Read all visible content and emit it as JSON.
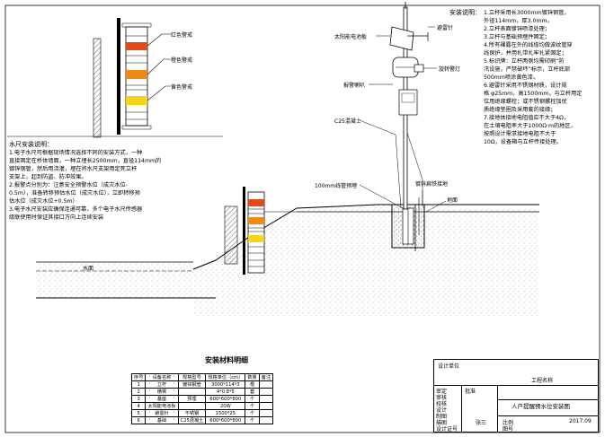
{
  "gauge_labels": {
    "red": "红色警戒",
    "orange": "橙色警戒",
    "yellow": "黄色警戒"
  },
  "staff_notes": {
    "title": "水尺安装说明：",
    "lines": [
      "1.电子水尺可根据现场情况选择不同的安装方式，一种",
      "直接固定在桥体墙面，一种立埋长2500mm，直径114mm的",
      "镀锌钢管，然后用浇灌，埋在将水尺支架用定死立杆",
      "支架上，起到防盗、防冲效果。",
      "2.报警点分别为：注意安全预警水位（成灾水位-",
      "0.5m），准备转移预估水位（成灾水位），立即转移预",
      "估水位（成灾水位+0.5m）",
      "3.电子水尺安装应确保连通可靠，多个电子水尺传感器",
      "级联使用时保证其接口方向上连续安装"
    ]
  },
  "install_notes": {
    "title": "安装说明：",
    "lines": [
      "1.立杆采用长3000mm镀锌钢管，",
      "外径114mm，厚3.0mm。",
      "2.立杆表面镀锌喷漆处理；",
      "3.立杆与基础预埋件固定；",
      "4.所有裸露在外的线缆均做波纹管穿",
      "线保护，并用扎带扎牢扎紧固定；",
      "5.标识牌：立杆两侧均需印刷“防",
      "汛设施，严禁破坏”标示，立杆底部",
      "500mm喷涂黄色漆。",
      "6.避雷针采用不锈钢材质，设计规",
      "格 φ25mm，高1500mm，与立杆用定",
      "位用绝缘螺栓；或不锈钢螺栓加优",
      "质绝缘垫圈及采用套的接缘；",
      "7.接地体接地电阻值应不大于4Ω，",
      "在土壤电阻率大于1000Ω·m的地区，",
      "按照设计需求接地电阻不大于",
      "10Ω，设备箱与立杆传接处理。"
    ]
  },
  "callouts": {
    "solar_panel": "太阳能电池板",
    "lightning_rod": "避雷针",
    "rotating_light": "旋转警灯",
    "speaker": "报警喇叭",
    "c25_concrete": "C25混凝土",
    "wire_duct": "100mm线管预埋",
    "ground_wire": "镀锌扁铁接地",
    "ground": "地面",
    "water_surface": "水面"
  },
  "materials": {
    "title": "安装材料明细",
    "headers": [
      "序号",
      "设备名称",
      "规格型号",
      "规格单位（cm）",
      "数量",
      "备注"
    ],
    "rows": [
      [
        "1",
        "立杆",
        "镀锌钢管",
        "3000*114*3",
        "根",
        ""
      ],
      [
        "2",
        "横臂",
        "",
        "4*0.8*5",
        "套",
        ""
      ],
      [
        "3",
        "基座",
        "预埋",
        "600*600*800",
        "个",
        ""
      ],
      [
        "4",
        "太阳能电池板",
        "",
        "20W",
        "个",
        ""
      ],
      [
        "5",
        "避雷针",
        "不锈钢",
        "1500*25",
        "个",
        ""
      ],
      [
        "6",
        "基础",
        "C25混凝土",
        "600*600*800",
        "个",
        ""
      ]
    ]
  },
  "title_block": {
    "unit_label": "设计单位",
    "project_label": "工程名称",
    "drawing_title": "人户提醒预水位安装图",
    "rows": [
      "审定",
      "审核",
      "校核",
      "设计",
      "制图",
      "描图",
      "设计证号"
    ],
    "approval": "批准",
    "designer": "张三",
    "date": "2017.09",
    "scale": "比例",
    "drawing_no": "图号"
  }
}
